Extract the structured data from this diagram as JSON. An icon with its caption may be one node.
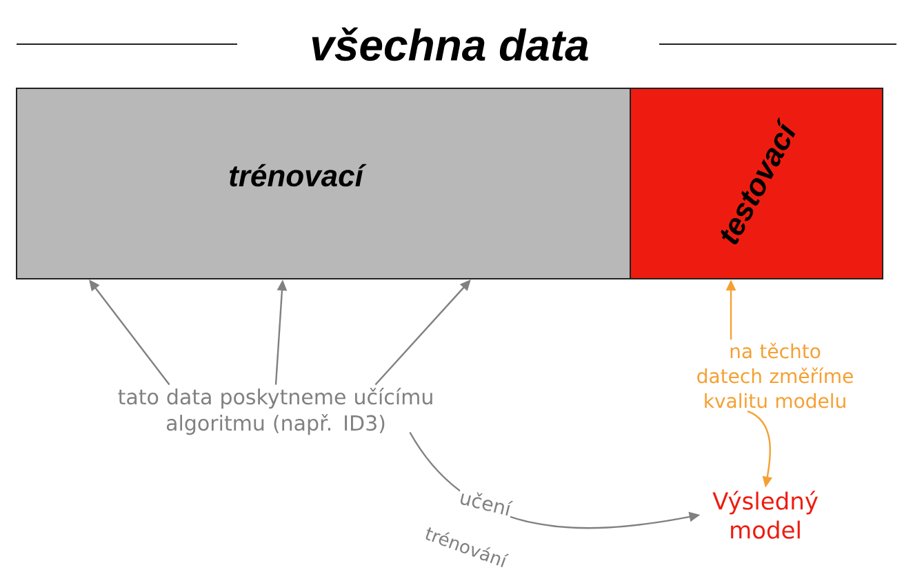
{
  "diagram": {
    "title": "všechna data",
    "nodes": [
      {
        "text": [
          "trénovací"
        ]
      },
      {
        "text": [
          "testovací"
        ]
      },
      {
        "text": [
          "tato data poskytneme učícímu algoritmu (např. ID3)"
        ]
      },
      {
        "text": [
          "na těchto datech změříme kvalitu modelu"
        ]
      },
      {
        "text": [
          "Výsledný model"
        ]
      }
    ],
    "edges": [
      {
        "from": 2,
        "to": 0,
        "arrow": "to"
      },
      {
        "from": 2,
        "to": 0,
        "arrow": "to"
      },
      {
        "from": 2,
        "to": 0,
        "arrow": "to"
      },
      {
        "from": 3,
        "to": 1,
        "arrow": "to",
        "color": "#f5a033"
      },
      {
        "from": 3,
        "to": 4,
        "arrow": "to",
        "color": "#f5a033"
      },
      {
        "from": 2,
        "to": 4,
        "arrow": "to",
        "label": "učení"
      }
    ],
    "labels": [
      "trénování"
    ]
  }
}
